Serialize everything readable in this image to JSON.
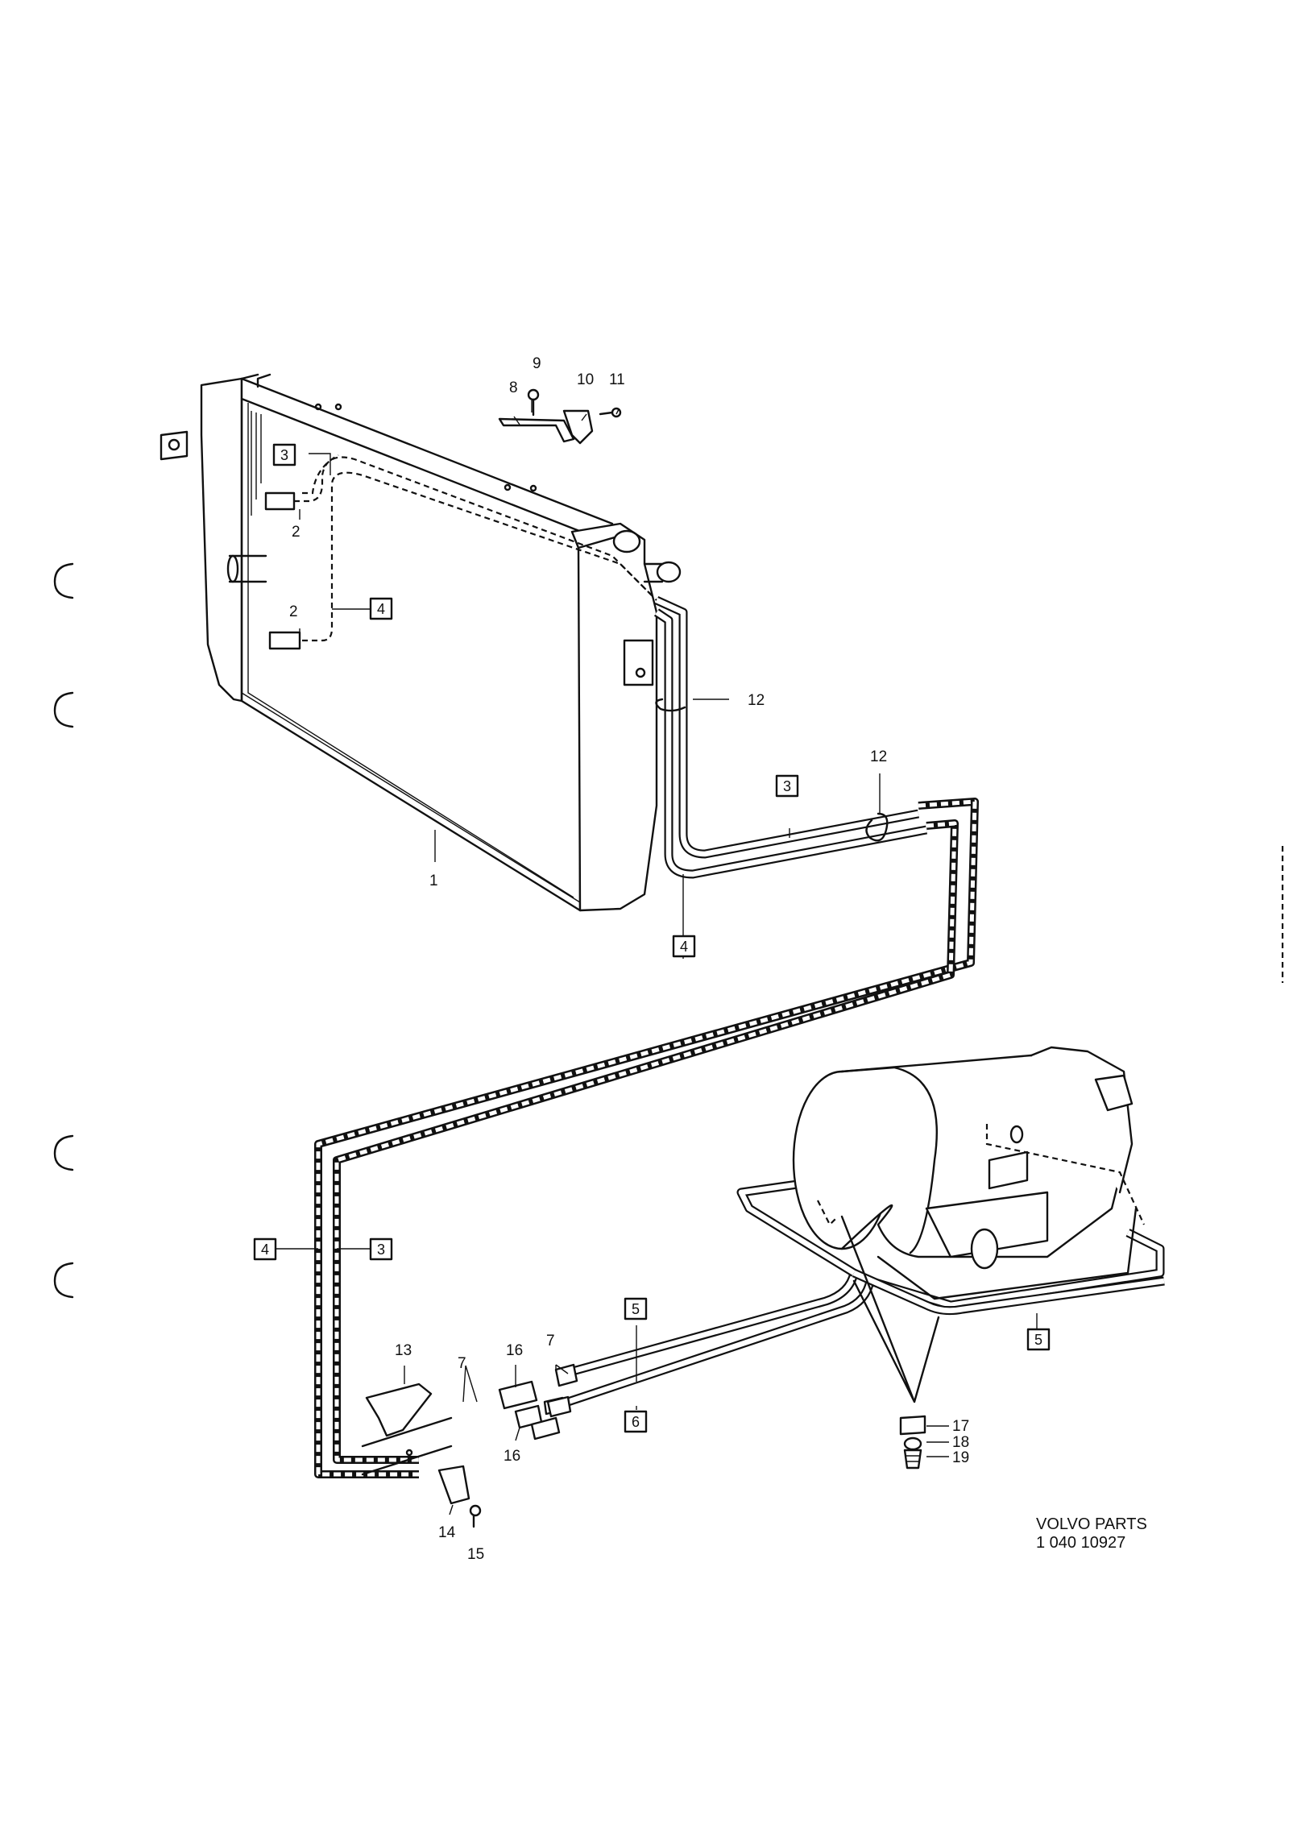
{
  "callouts": {
    "c1": "1",
    "c2a": "2",
    "c2b": "2",
    "c7a": "7",
    "c7b": "7",
    "c8": "8",
    "c9": "9",
    "c10": "10",
    "c11": "11",
    "c12a": "12",
    "c12b": "12",
    "c13": "13",
    "c14": "14",
    "c15": "15",
    "c16a": "16",
    "c16b": "16",
    "c17": "17",
    "c18": "18",
    "c19": "19"
  },
  "boxed": {
    "b3a": "3",
    "b3b": "3",
    "b3c": "3",
    "b4a": "4",
    "b4b": "4",
    "b4c": "4",
    "b5a": "5",
    "b5b": "5",
    "b6": "6"
  },
  "part_number": {
    "line1": "VOLVO PARTS",
    "line2": "1  040  10927"
  }
}
